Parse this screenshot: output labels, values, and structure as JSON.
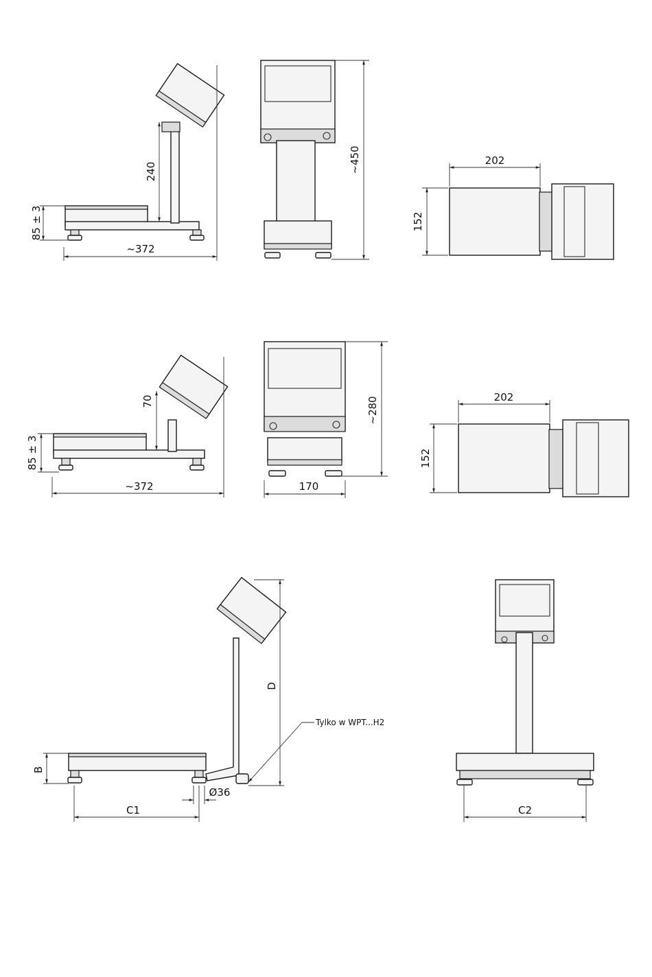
{
  "row1": {
    "side": {
      "h_platform": "85 ± 3",
      "h_column": "240",
      "length": "~372"
    },
    "front": {
      "height": "~450"
    },
    "top": {
      "width": "202",
      "depth": "152"
    }
  },
  "row2": {
    "side": {
      "h_platform": "85 ± 3",
      "h_column": "70",
      "length": "~372"
    },
    "front": {
      "height": "~280",
      "width": "170"
    },
    "top": {
      "width": "202",
      "depth": "152"
    }
  },
  "row3": {
    "side": {
      "b": "B",
      "c1": "C1",
      "d": "D",
      "foot_diameter": "Ø36",
      "note": "Tylko w WPT...H2"
    },
    "front": {
      "c2": "C2"
    }
  }
}
